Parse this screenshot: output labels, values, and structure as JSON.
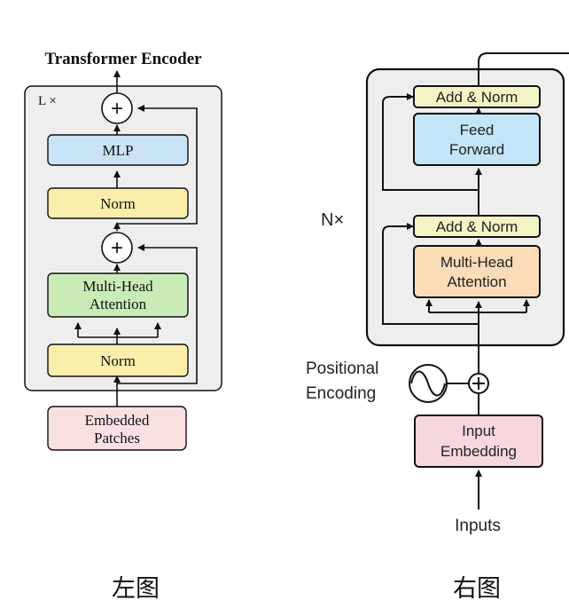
{
  "left": {
    "title": "Transformer Encoder",
    "repeat_label": "L ×",
    "mlp_label": "MLP",
    "norm_top_label": "Norm",
    "attention_label_line1": "Multi-Head",
    "attention_label_line2": "Attention",
    "norm_bottom_label": "Norm",
    "input_label_line1": "Embedded",
    "input_label_line2": "Patches",
    "add_symbol": "+",
    "caption": "左图"
  },
  "right": {
    "repeat_label": "N×",
    "add_norm_top_label": "Add & Norm",
    "ff_label_line1": "Feed",
    "ff_label_line2": "Forward",
    "add_norm_bottom_label": "Add & Norm",
    "attention_label_line1": "Multi-Head",
    "attention_label_line2": "Attention",
    "pos_label_line1": "Positional",
    "pos_label_line2": "Encoding",
    "embed_label_line1": "Input",
    "embed_label_line2": "Embedding",
    "inputs_label": "Inputs",
    "caption": "右图"
  },
  "colors": {
    "mlp_fill": "#c7e3f5",
    "norm_fill": "#fbeeaa",
    "attention_fill_left": "#c9ebb6",
    "input_fill_left": "#fbe0e2",
    "block_bg": "#eeeeee",
    "add_norm_fill": "#f2f5c3",
    "ff_fill": "#c2e6f7",
    "attention_fill_right": "#fbdcb7",
    "embed_fill_right": "#f7d7de"
  }
}
